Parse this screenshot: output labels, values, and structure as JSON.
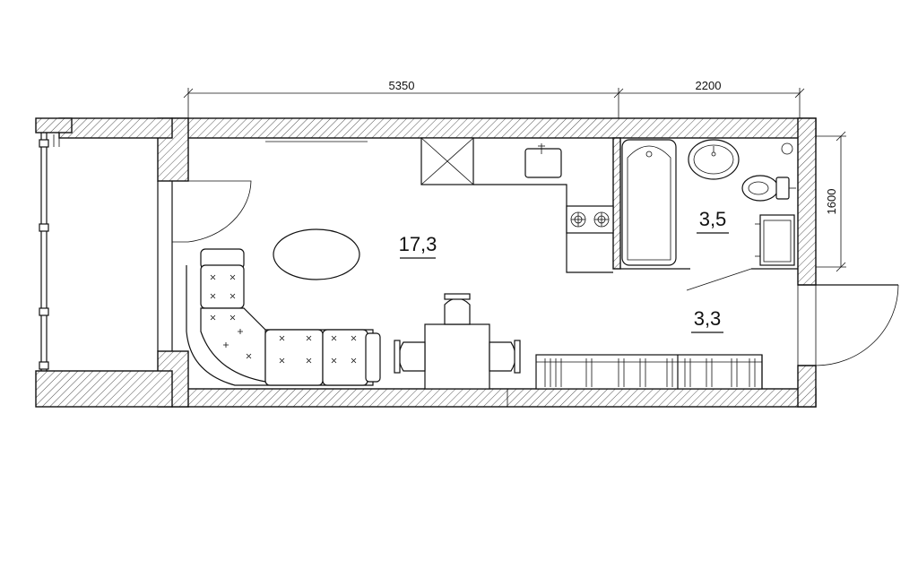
{
  "dimensions": {
    "main_length": "5350",
    "bath_length": "2200",
    "bath_width": "1600"
  },
  "areas": {
    "living_room": "17,3",
    "bathroom": "3,5",
    "hallway": "3,3"
  }
}
